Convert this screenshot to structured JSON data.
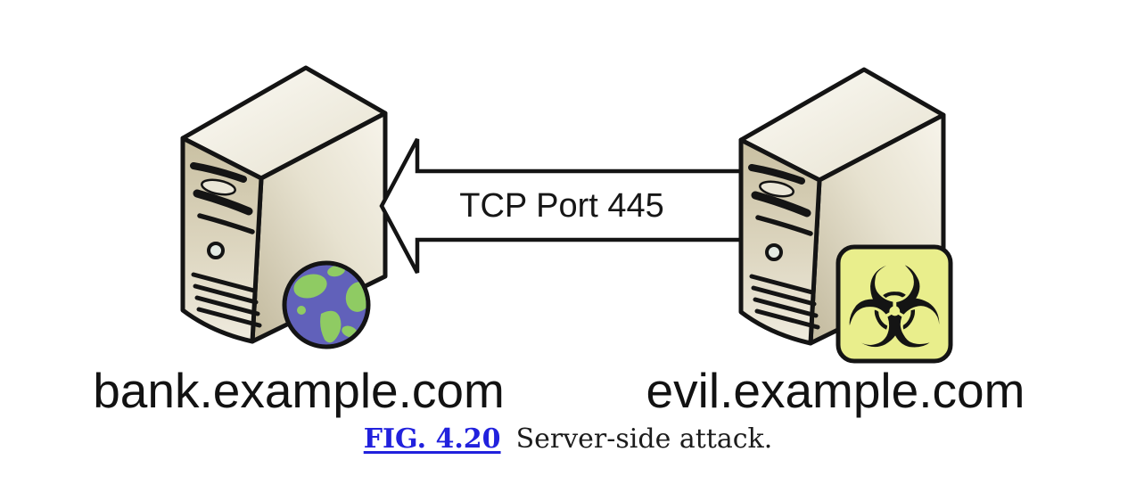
{
  "figure": {
    "arrow": {
      "label": "TCP Port 445",
      "points": "left"
    },
    "servers": [
      {
        "label": "bank.example.com",
        "icon": "globe-icon"
      },
      {
        "label": "evil.example.com",
        "icon": "biohazard-icon",
        "biohazard_glyph": "☣"
      }
    ]
  },
  "caption": {
    "figure_ref": "FIG. 4.20",
    "text": "Server-side attack."
  },
  "colors": {
    "background": "#ffffff",
    "outline": "#141414",
    "server_beige": "#d9d1b6",
    "badge_yellow": "#e9ee8c",
    "globe_ocean": "#6161ba",
    "globe_land": "#8fcb63",
    "caption_link_blue": "#2121dd"
  }
}
